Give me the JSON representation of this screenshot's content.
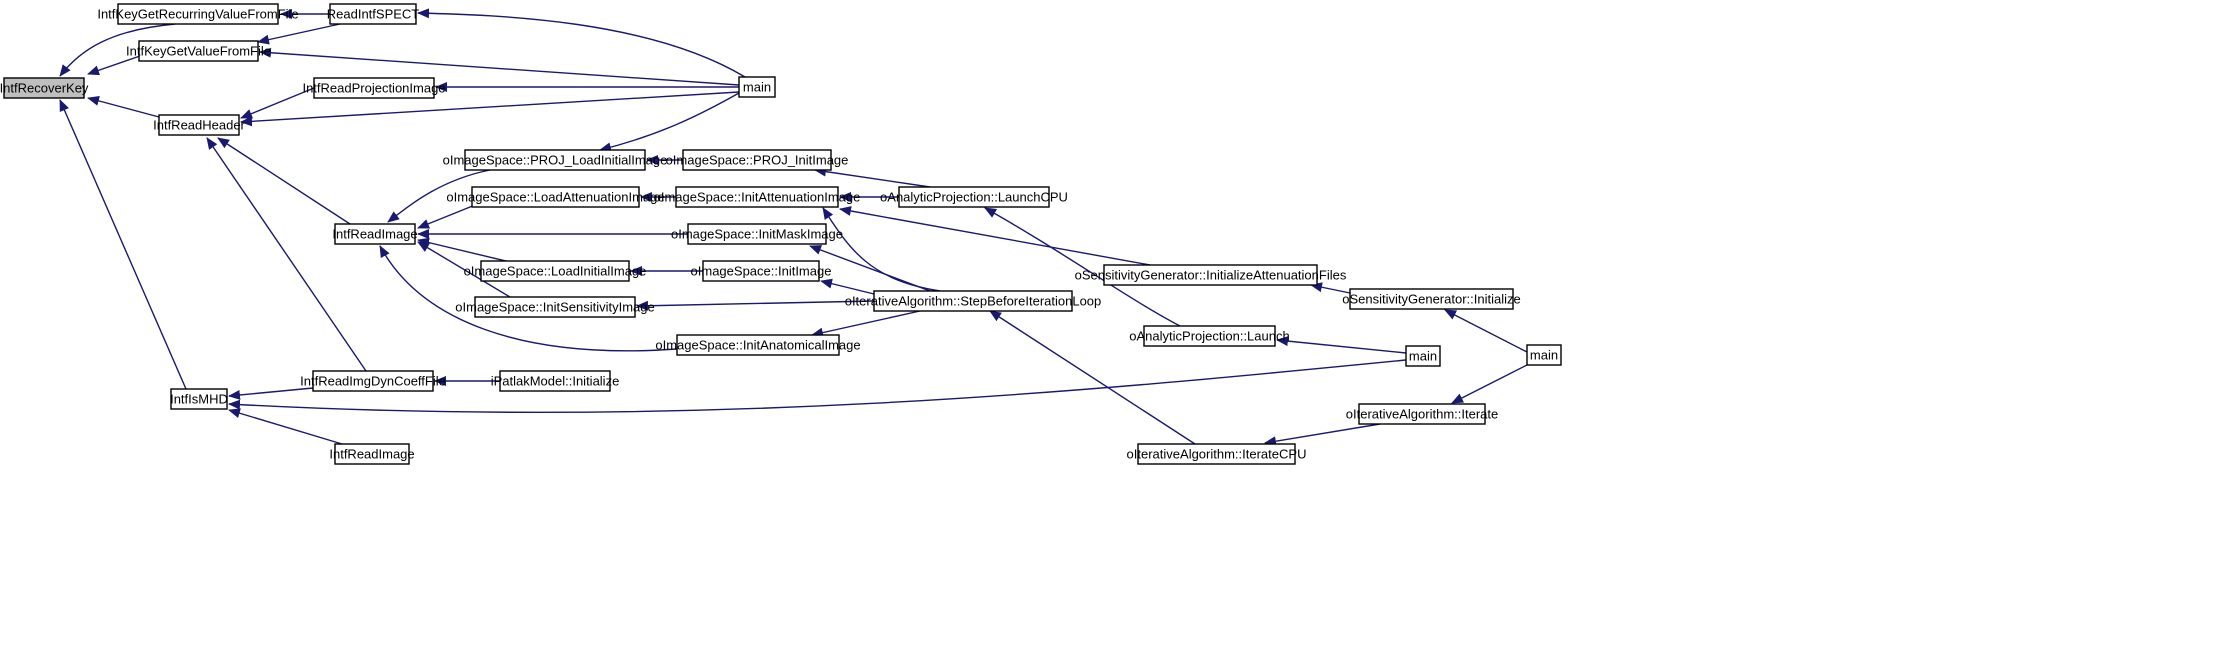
{
  "graph": {
    "colors": {
      "edge": "#191970",
      "node_border": "#000000",
      "node_fill": "#ffffff",
      "root_fill": "#bfbfbf"
    },
    "nodes": {
      "n1": "IntfRecoverKey",
      "n2": "IntfKeyGetRecurringValueFromFile",
      "n3": "ReadIntfSPECT",
      "n4": "IntfKeyGetValueFromFile",
      "n5": "main",
      "n6": "IntfReadProjectionImage",
      "n7": "IntfReadHeader",
      "n8": "oImageSpace::PROJ_LoadInitialImage",
      "n9": "oImageSpace::PROJ_InitImage",
      "n10": "oImageSpace::LoadAttenuationImage",
      "n11": "oImageSpace::InitAttenuationImage",
      "n12": "oAnalyticProjection::LaunchCPU",
      "n13": "IntfReadImage",
      "n14": "oImageSpace::InitMaskImage",
      "n15": "oImageSpace::LoadInitialImage",
      "n16": "oImageSpace::InitImage",
      "n17": "oSensitivityGenerator::InitializeAttenuationFiles",
      "n18": "oIterativeAlgorithm::StepBeforeIterationLoop",
      "n19": "oImageSpace::InitSensitivityImage",
      "n20": "oSensitivityGenerator::Initialize",
      "n21": "oAnalyticProjection::Launch",
      "n22": "oImageSpace::InitAnatomicalImage",
      "n23": "main",
      "n24": "main",
      "n25": "IntfReadImgDynCoeffFile",
      "n26": "iPatlakModel::Initialize",
      "n27": "IntfIsMHD",
      "n28": "oIterativeAlgorithm::Iterate",
      "n29": "IntfReadImage",
      "n30": "oIterativeAlgorithm::IterateCPU"
    },
    "edges": [
      [
        "n2",
        "n1"
      ],
      [
        "n4",
        "n1"
      ],
      [
        "n7",
        "n1"
      ],
      [
        "n27",
        "n1"
      ],
      [
        "n3",
        "n2"
      ],
      [
        "n3",
        "n4"
      ],
      [
        "n5",
        "n3"
      ],
      [
        "n5",
        "n4"
      ],
      [
        "n6",
        "n7"
      ],
      [
        "n5",
        "n7"
      ],
      [
        "n13",
        "n7"
      ],
      [
        "n25",
        "n7"
      ],
      [
        "n5",
        "n6"
      ],
      [
        "n5",
        "n8"
      ],
      [
        "n8",
        "n13"
      ],
      [
        "n10",
        "n13"
      ],
      [
        "n14",
        "n13"
      ],
      [
        "n15",
        "n13"
      ],
      [
        "n19",
        "n13"
      ],
      [
        "n22",
        "n13"
      ],
      [
        "n9",
        "n8"
      ],
      [
        "n12",
        "n9"
      ],
      [
        "n11",
        "n10"
      ],
      [
        "n12",
        "n11"
      ],
      [
        "n17",
        "n11"
      ],
      [
        "n18",
        "n11"
      ],
      [
        "n18",
        "n14"
      ],
      [
        "n16",
        "n15"
      ],
      [
        "n18",
        "n16"
      ],
      [
        "n18",
        "n19"
      ],
      [
        "n18",
        "n22"
      ],
      [
        "n20",
        "n17"
      ],
      [
        "n24",
        "n20"
      ],
      [
        "n21",
        "n12"
      ],
      [
        "n23",
        "n21"
      ],
      [
        "n30",
        "n18"
      ],
      [
        "n28",
        "n30"
      ],
      [
        "n24",
        "n28"
      ],
      [
        "n26",
        "n25"
      ],
      [
        "n25",
        "n27"
      ],
      [
        "n23",
        "n27"
      ],
      [
        "n29",
        "n27"
      ]
    ]
  }
}
